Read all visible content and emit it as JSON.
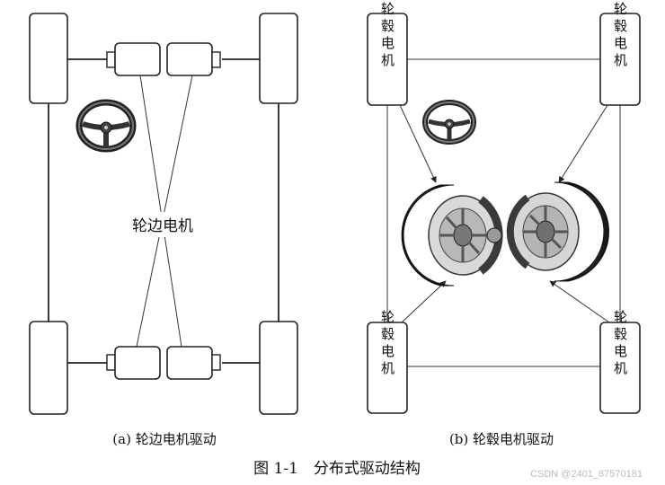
{
  "diagram_a": {
    "center_label": "轮边电机",
    "caption": "(a) 轮边电机驱动"
  },
  "diagram_b": {
    "hub_motor_label": "轮毂电机",
    "caption": "(b) 轮毂电机驱动"
  },
  "figure_caption": "图 1-1　分布式驱动结构",
  "watermark": "CSDN @2401_87570181",
  "icons": [
    "steering-wheel-icon",
    "hub-motor-wheel-image"
  ]
}
